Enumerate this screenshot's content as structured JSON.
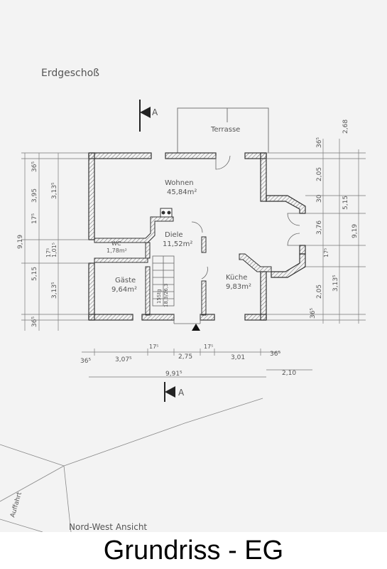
{
  "title": "Erdgeschoß",
  "section_marker": "A",
  "rooms": [
    {
      "name": "Terrasse",
      "area": ""
    },
    {
      "name": "Wohnen",
      "area": "45,84m²"
    },
    {
      "name": "WC",
      "area": "1,78m²"
    },
    {
      "name": "Diele",
      "area": "11,52m²"
    },
    {
      "name": "Gäste",
      "area": "9,64m²"
    },
    {
      "name": "Küche",
      "area": "9,83m²"
    }
  ],
  "stairs": [
    "15Stg",
    "18,3/26,3"
  ],
  "dimensions": {
    "left_outer": [
      "36⁵",
      "3,95",
      "17⁵",
      "5,15",
      "36⁵"
    ],
    "left_inner": [
      "3,13⁵",
      "1,01⁵",
      "17⁵",
      "3,13⁵"
    ],
    "left_total": "9,19",
    "right_top": [
      "2,68",
      "36⁵"
    ],
    "right_col1": [
      "2,05",
      "30",
      "3,76",
      "17⁵",
      "2,05",
      "36⁵"
    ],
    "right_col2": [
      "5,15",
      "3,13⁵"
    ],
    "right_total": "9,19",
    "bottom_row": [
      "36⁵",
      "3,07⁵",
      "17⁵",
      "2,75",
      "17⁵",
      "3,01",
      "36⁵"
    ],
    "bottom_total": "9,91⁵",
    "bottom_extra": "2,10"
  },
  "driveway": "Auffahrt",
  "elevation_label": "Nord-West Ansicht",
  "caption": "Grundriss - EG"
}
